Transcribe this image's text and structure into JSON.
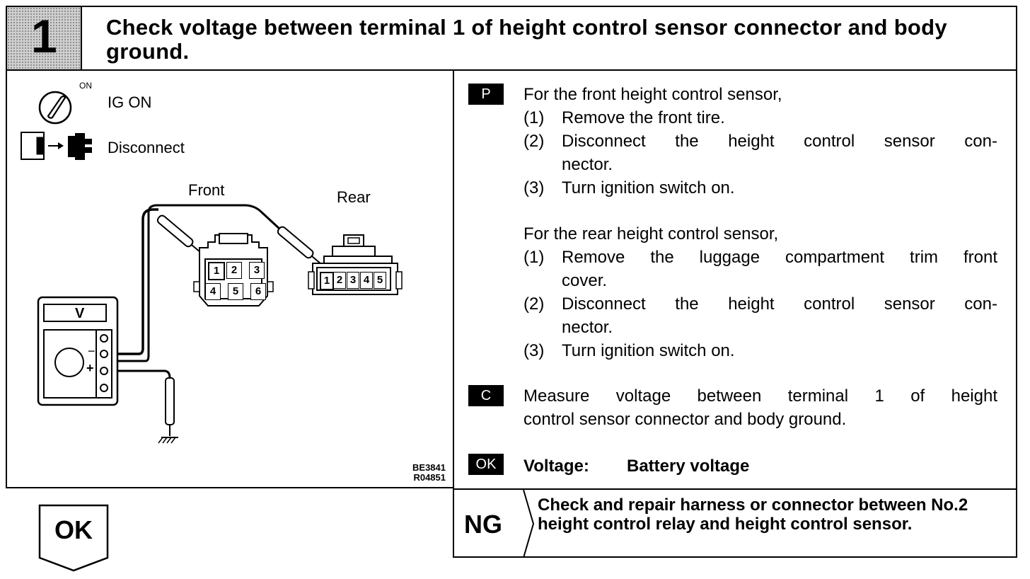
{
  "header": {
    "step_number": "1",
    "title": "Check voltage between terminal 1 of height control sensor connector and body ground."
  },
  "diagram": {
    "ig_on_label": "IG ON",
    "ig_on_superscript": "ON",
    "disconnect_label": "Disconnect",
    "front_label": "Front",
    "rear_label": "Rear",
    "meter_unit": "V",
    "front_terminals": [
      "1",
      "2",
      "3",
      "4",
      "5",
      "6"
    ],
    "rear_terminals": [
      "1",
      "2",
      "3",
      "4",
      "5"
    ],
    "minus_sign": "−",
    "plus_sign": "+",
    "code_1": "BE3841",
    "code_2": "R04851"
  },
  "procedure": {
    "tag_p": "P",
    "front_heading": "For the front height control sensor,",
    "front_steps": [
      {
        "num": "(1)",
        "lines": [
          "Remove the front tire."
        ]
      },
      {
        "num": "(2)",
        "lines": [
          "Disconnect the height control sensor con-",
          "nector."
        ]
      },
      {
        "num": "(3)",
        "lines": [
          "Turn ignition switch on."
        ]
      }
    ],
    "rear_heading": "For the rear height control sensor,",
    "rear_steps": [
      {
        "num": "(1)",
        "lines": [
          "Remove the luggage compartment trim front",
          "cover."
        ]
      },
      {
        "num": "(2)",
        "lines": [
          "Disconnect the height control sensor con-",
          "nector."
        ]
      },
      {
        "num": "(3)",
        "lines": [
          "Turn ignition switch on."
        ]
      }
    ],
    "tag_c": "C",
    "measure_lines": [
      "Measure voltage between terminal 1 of height",
      "control sensor connector and body ground."
    ],
    "tag_ok": "OK",
    "voltage_label": "Voltage:",
    "voltage_value": "Battery voltage"
  },
  "results": {
    "ng_label": "NG",
    "ng_text": "Check and repair harness or connector between No.2 height control relay and height control sensor.",
    "ok_label": "OK"
  }
}
